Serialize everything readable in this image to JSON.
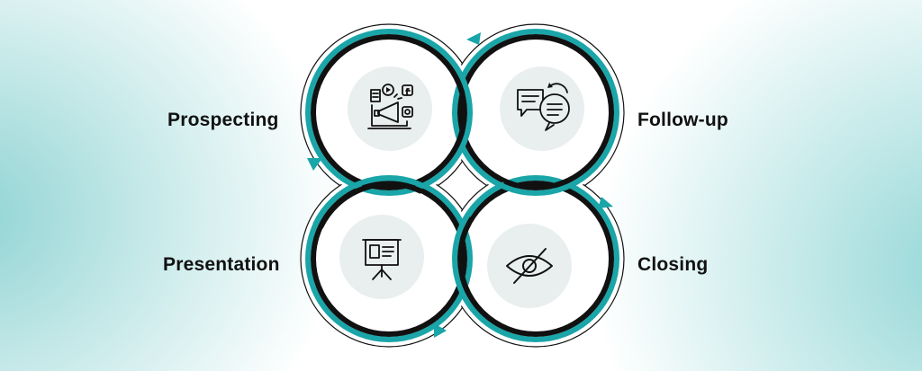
{
  "diagram": {
    "stages": [
      {
        "label": "Prospecting",
        "icon": "social-media-megaphone-icon"
      },
      {
        "label": "Follow-up",
        "icon": "chat-bubbles-refresh-icon"
      },
      {
        "label": "Presentation",
        "icon": "presentation-board-icon"
      },
      {
        "label": "Closing",
        "icon": "eye-slash-icon"
      }
    ],
    "colors": {
      "accent": "#1aa5a8",
      "ring": "#111111",
      "icon_bg": "#e9efee",
      "background_tint": "#8fd3d3"
    }
  }
}
